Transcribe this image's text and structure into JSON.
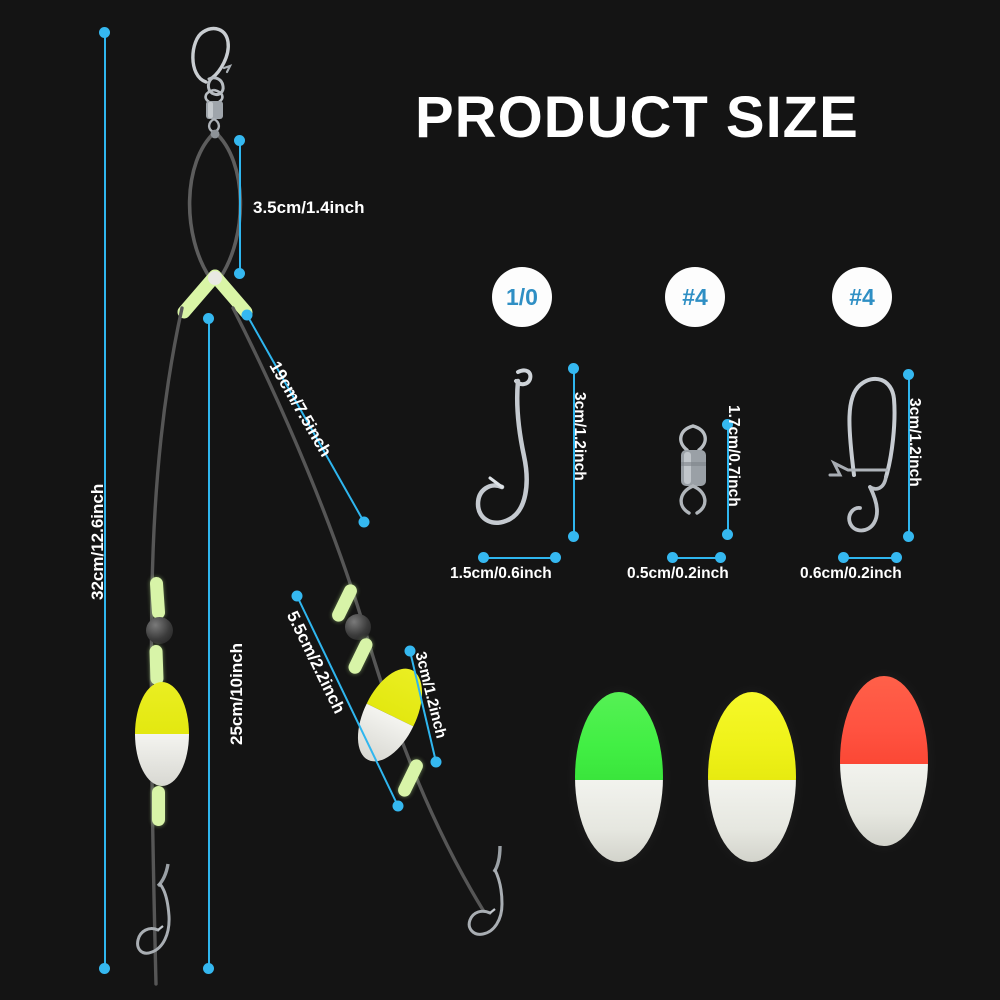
{
  "page": {
    "background_color": "#141414",
    "accent_color": "#35b8f0",
    "title": "PRODUCT SIZE"
  },
  "rig": {
    "measurements": [
      {
        "id": "total-length",
        "label": "32cm/12.6inch"
      },
      {
        "id": "loop-length",
        "label": "3.5cm/1.4inch"
      },
      {
        "id": "main-dropper",
        "label": "25cm/10inch"
      },
      {
        "id": "short-dropper",
        "label": "19cm/7.5inch"
      },
      {
        "id": "float-offset",
        "label": "5.5cm/2.2inch"
      },
      {
        "id": "float-length",
        "label": "3cm/1.2inch"
      }
    ],
    "components": {
      "snap_clip": "snap-clip",
      "barrel_swivel": "barrel-swivel",
      "loop": "mono-loop",
      "y_connector": "glow-y-connector",
      "glow_beads": "glow-bead",
      "weight_beads": "black-bead",
      "floats": "popup-float",
      "hooks": "baited-hook"
    }
  },
  "parts": [
    {
      "id": "hook",
      "badge": "1/0",
      "height_label": "3cm/1.2inch",
      "width_label": "1.5cm/0.6inch"
    },
    {
      "id": "swivel",
      "badge": "#4",
      "height_label": "1.7cm/0.7inch",
      "width_label": "0.5cm/0.2inch"
    },
    {
      "id": "snap",
      "badge": "#4",
      "height_label": "3cm/1.2inch",
      "width_label": "0.6cm/0.2inch"
    }
  ],
  "float_samples": [
    {
      "id": "green-float",
      "top_color": "#4ef04e",
      "bottom_color": "#eff0ea",
      "name": "green-white-float"
    },
    {
      "id": "yellow-float",
      "top_color": "#f0f214",
      "bottom_color": "#eff0ea",
      "name": "yellow-white-float"
    },
    {
      "id": "red-float",
      "top_color": "#ff5544",
      "bottom_color": "#eff0ea",
      "name": "red-white-float"
    }
  ]
}
